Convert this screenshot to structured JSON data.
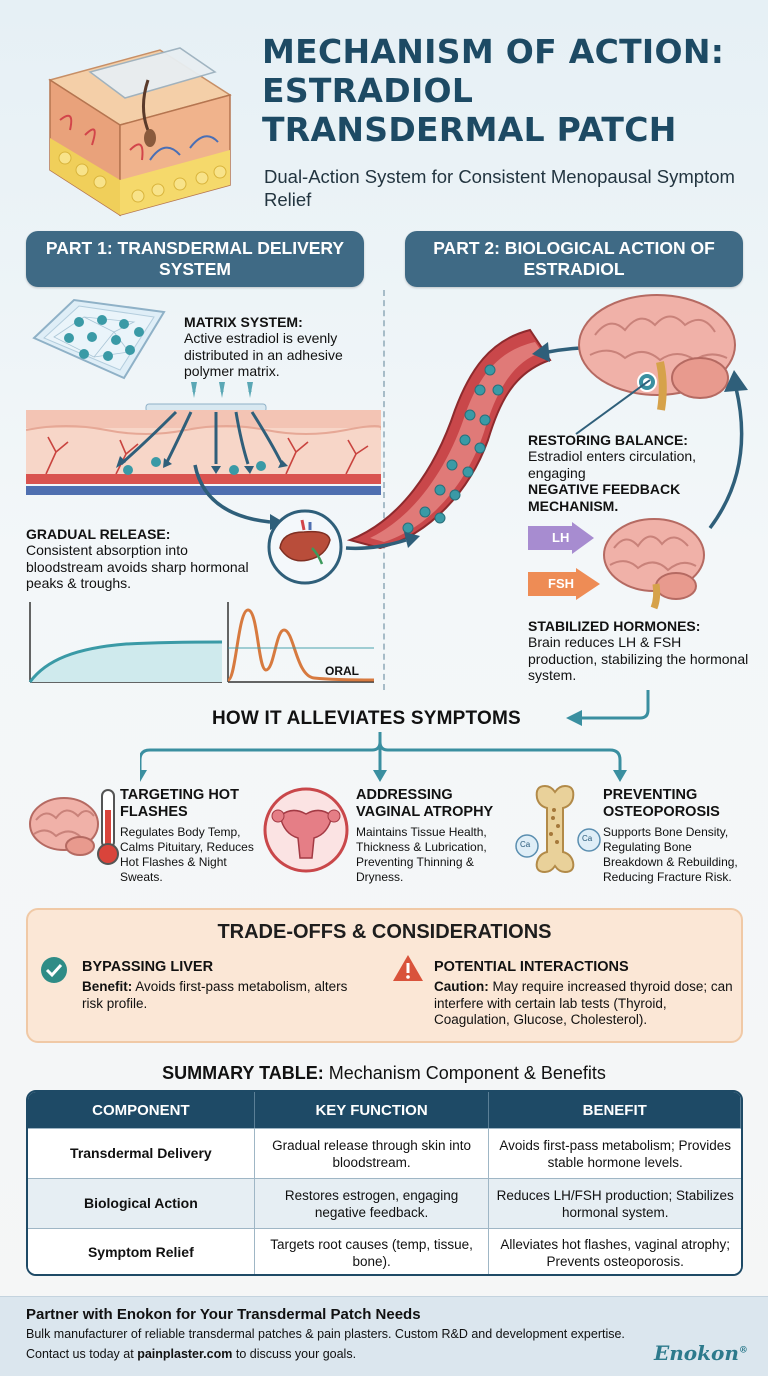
{
  "header": {
    "title_lines": [
      "MECHANISM OF ACTION:",
      "ESTRADIOL",
      "TRANSDERMAL PATCH"
    ],
    "subtitle": "Dual-Action System for Consistent Menopausal Symptom Relief"
  },
  "part1": {
    "heading": "PART 1: TRANSDERMAL DELIVERY SYSTEM",
    "matrix": {
      "title": "MATRIX SYSTEM:",
      "text": "Active estradiol is evenly distributed in an adhesive polymer matrix."
    },
    "release": {
      "title": "GRADUAL RELEASE:",
      "text": "Consistent absorption into bloodstream avoids sharp hormonal peaks & troughs."
    },
    "oral_label": "ORAL"
  },
  "part2": {
    "heading": "PART 2: BIOLOGICAL ACTION OF ESTRADIOL",
    "balance": {
      "title": "RESTORING BALANCE:",
      "text": "Estradiol enters circulation, engaging",
      "bold": "NEGATIVE FEEDBACK MECHANISM."
    },
    "lh": "LH",
    "fsh": "FSH",
    "stabilized": {
      "title": "STABILIZED HORMONES:",
      "text": "Brain reduces LH & FSH production, stabilizing the hormonal system."
    }
  },
  "symptoms": {
    "heading": "HOW IT ALLEVIATES SYMPTOMS",
    "items": [
      {
        "title": "TARGETING HOT FLASHES",
        "text": "Regulates Body Temp, Calms Pituitary, Reduces Hot Flashes & Night Sweats."
      },
      {
        "title": "ADDRESSING VAGINAL ATROPHY",
        "text": "Maintains Tissue Health, Thickness & Lubrication, Preventing Thinning & Dryness."
      },
      {
        "title": "PREVENTING OSTEOPOROSIS",
        "text": "Supports Bone Density, Regulating Bone Breakdown & Rebuilding, Reducing Fracture Risk."
      }
    ],
    "ca_label": "Ca"
  },
  "tradeoffs": {
    "heading": "TRADE-OFFS & CONSIDERATIONS",
    "liver": {
      "title": "BYPASSING LIVER",
      "lead": "Benefit:",
      "text": "Avoids first-pass metabolism, alters risk profile."
    },
    "interactions": {
      "title": "POTENTIAL INTERACTIONS",
      "lead": "Caution:",
      "text": "May require increased thyroid dose; can interfere with certain lab tests (Thyroid, Coagulation, Glucose, Cholesterol)."
    }
  },
  "table": {
    "title_bold": "SUMMARY TABLE:",
    "title_rest": "Mechanism Component & Benefits",
    "headers": [
      "COMPONENT",
      "KEY FUNCTION",
      "BENEFIT"
    ],
    "rows": [
      [
        "Transdermal Delivery",
        "Gradual release through skin into bloodstream.",
        "Avoids first-pass metabolism; Provides stable hormone levels."
      ],
      [
        "Biological Action",
        "Restores estrogen, engaging negative feedback.",
        "Reduces LH/FSH production; Stabilizes hormonal system."
      ],
      [
        "Symptom Relief",
        "Targets root causes (temp, tissue, bone).",
        "Alleviates hot flashes, vaginal atrophy; Prevents osteoporosis."
      ]
    ]
  },
  "footer": {
    "title": "Partner with Enokon for Your Transdermal Patch Needs",
    "line1": "Bulk manufacturer of reliable transdermal patches & pain plasters. Custom R&D and development expertise.",
    "line2_pre": "Contact us today at",
    "line2_link": "painplaster.com",
    "line2_post": "to discuss your goals.",
    "brand": "Enokon",
    "brand_mark": "®"
  },
  "colors": {
    "navy": "#1d4a64",
    "teal": "#3a8fa0",
    "orange": "#d77a3f",
    "purple": "#9a7ec4",
    "peach": "#fbe7d6"
  }
}
